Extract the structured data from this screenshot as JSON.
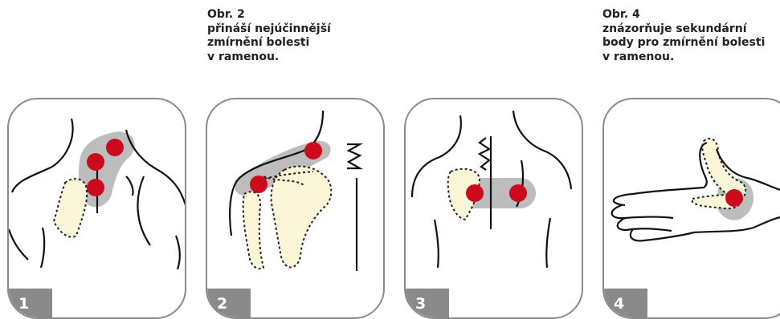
{
  "captions": {
    "fig2": {
      "line1": "Obr. 2",
      "line2": "přináší nejúčinnější",
      "line3": "zmírnění bolesti",
      "line4": "v ramenou."
    },
    "fig4": {
      "line1": "Obr. 4",
      "line2": "znázorňuje sekundární",
      "line3": "body pro zmírnění bolesti",
      "line4": "v ramenou."
    }
  },
  "panels": [
    {
      "number": "1"
    },
    {
      "number": "2"
    },
    {
      "number": "3"
    },
    {
      "number": "4"
    }
  ],
  "colors": {
    "frame": "#8a8a8a",
    "point": "#cc0a1e",
    "zone": "#bdbdbd",
    "bone": "#fbf6d8"
  }
}
